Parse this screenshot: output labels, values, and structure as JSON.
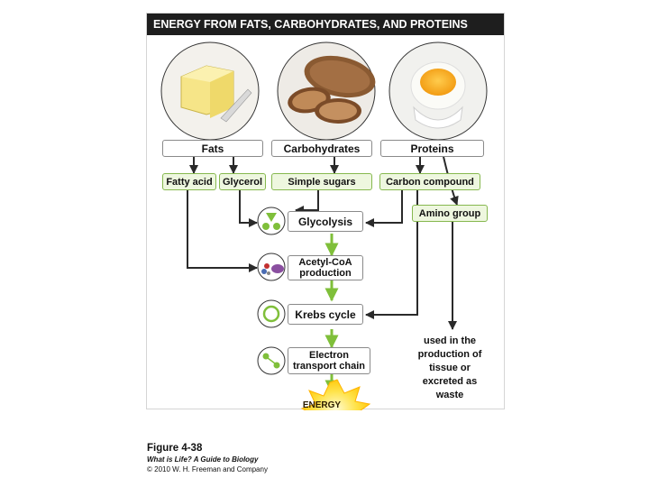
{
  "title": "ENERGY FROM FATS, CARBOHYDRATES, AND PROTEINS",
  "sources": {
    "fats": "Fats",
    "carbohydrates": "Carbohydrates",
    "proteins": "Proteins"
  },
  "products": {
    "fatty_acid": "Fatty acid",
    "glycerol": "Glycerol",
    "simple_sugars": "Simple sugars",
    "carbon_compound": "Carbon compound",
    "amino_group": "Amino group"
  },
  "steps": {
    "glycolysis": "Glycolysis",
    "acetyl_coa_line1": "Acetyl-CoA",
    "acetyl_coa_line2": "production",
    "krebs": "Krebs cycle",
    "etc_line1": "Electron",
    "etc_line2": "transport chain"
  },
  "energy": "ENERGY",
  "waste_lines": [
    "used in the",
    "production of",
    "tissue or",
    "excreted as",
    "waste"
  ],
  "caption": {
    "figure_number": "Figure 4-38",
    "book": "What is Life? A Guide to Biology",
    "copyright": "© 2010 W. H. Freeman and Company"
  },
  "colors": {
    "title_bar": "#1e1e1e",
    "arrow_dark": "#2a2a2a",
    "arrow_green": "#7fbf3a",
    "step_box_fill": "#eef7df",
    "energy_burst": "#ffd21f"
  },
  "icons": {
    "fats": "butter-icon",
    "carbohydrates": "bread-icon",
    "proteins": "egg-icon",
    "glycolysis": "molecule-icon",
    "acetyl_coa": "molecule-icon",
    "krebs": "cycle-icon",
    "etc": "electron-icon"
  }
}
